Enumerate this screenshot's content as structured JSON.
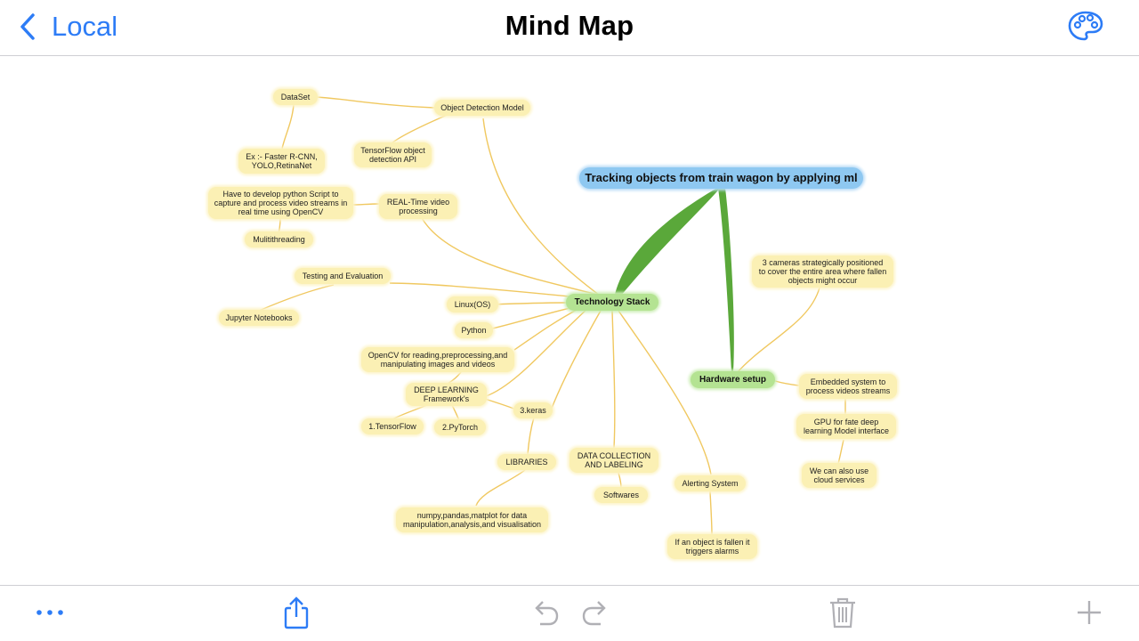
{
  "nav": {
    "back_label": "Local",
    "title": "Mind Map",
    "palette_icon": "palette-icon"
  },
  "colors": {
    "accent": "#2d7cf6",
    "root_node": "#8ec8f1",
    "main_node": "#b4e392",
    "leaf_node": "#fbf0b4",
    "branch_green": "#5aa83a",
    "link_yellow": "#f0c860"
  },
  "mindmap": {
    "root": "Tracking objects from train wagon by applying ml",
    "tech_stack": "Technology Stack",
    "hardware": "Hardware setup",
    "object_detection": "Object Detection Model",
    "dataset": "DataSet",
    "rcnn": "Ex :- Faster R-CNN,\nYOLO,RetinaNet",
    "tensorflow_api": "TensorFlow object\ndetection API",
    "realtime": "REAL-Time video\nprocessing",
    "python_script": "Have to develop python Script to\ncapture and process video streams in\nreal time using OpenCV",
    "multithreading": "Mulitithreading",
    "testing": "Testing and Evaluation",
    "jupyter": "Jupyter Notebooks",
    "linux": "Linux(OS)",
    "python": "Python",
    "opencv": "OpenCV for reading,preprocessing,and\nmanipulating images and videos",
    "deep_learning": "DEEP LEARNING\nFramework's",
    "tensorflow": "1.TensorFlow",
    "pytorch": "2.PyTorch",
    "keras": "3.keras",
    "libraries": "LIBRARIES",
    "numpy": "numpy,pandas,matplot for data\nmanipulation,analysis,and visualisation",
    "data_collection": "DATA COLLECTION\nAND LABELING",
    "softwares": "Softwares",
    "alerting": "Alerting System",
    "alarm": "If an object is fallen it\ntriggers alarms",
    "cameras": "3 cameras strategically positioned\nto cover the entire area where fallen\nobjects might occur",
    "embedded": "Embedded system to\nprocess videos streams",
    "gpu": "GPU for fate deep\nlearning Model interface",
    "cloud": "We can also use\ncloud services"
  },
  "toolbar": {
    "more": "more-icon",
    "share": "share-icon",
    "undo": "undo-icon",
    "redo": "redo-icon",
    "delete": "trash-icon",
    "add": "plus-icon"
  }
}
